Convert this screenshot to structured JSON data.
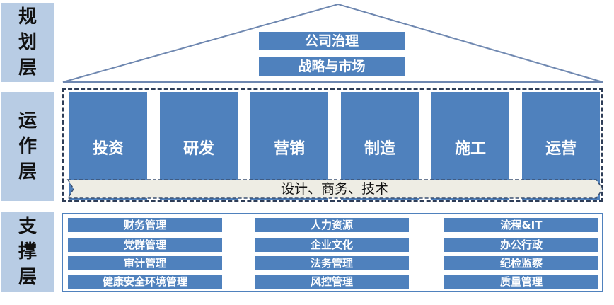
{
  "layers": {
    "planning_label": "规划层",
    "operations_label": "运作层",
    "support_label": "支撑层"
  },
  "planning": {
    "governance": "公司治理",
    "strategy": "战略与市场"
  },
  "operations": {
    "pillars": [
      "投资",
      "研发",
      "营销",
      "制造",
      "施工",
      "运营"
    ],
    "band": "设计、商务、技术"
  },
  "support": {
    "col1": [
      "财务管理",
      "党群管理",
      "审计管理",
      "健康安全环境管理"
    ],
    "col2": [
      "人力资源",
      "企业文化",
      "法务管理",
      "风控管理"
    ],
    "col3": [
      "流程&IT",
      "办公行政",
      "纪检监察",
      "质量管理"
    ]
  },
  "colors": {
    "box_fill": "#4f81bd",
    "side_fill": "#b8cce4",
    "band_fill": "#eeede4",
    "frame_dash": "#2e3d57"
  }
}
